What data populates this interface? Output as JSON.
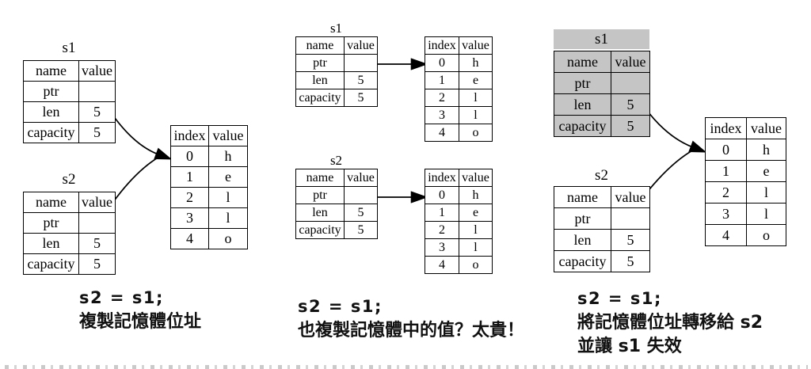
{
  "diagram": {
    "stack_table": {
      "headers": [
        "name",
        "value"
      ],
      "rows": [
        [
          "ptr",
          ""
        ],
        [
          "len",
          "5"
        ],
        [
          "capacity",
          "5"
        ]
      ]
    },
    "heap_table": {
      "headers": [
        "index",
        "value"
      ],
      "rows": [
        [
          "0",
          "h"
        ],
        [
          "1",
          "e"
        ],
        [
          "2",
          "l"
        ],
        [
          "3",
          "l"
        ],
        [
          "4",
          "o"
        ]
      ]
    },
    "panels": {
      "left": {
        "s1_title": "s1",
        "s2_title": "s2",
        "caption_code": "s2 = s1;",
        "caption_text": "複製記憶體位址"
      },
      "middle": {
        "s1_title": "s1",
        "s2_title": "s2",
        "caption_code": "s2 = s1;",
        "caption_text": "也複製記憶體中的值？太貴！"
      },
      "right": {
        "s1_title": "s1",
        "s2_title": "s2",
        "caption_code": "s2 = s1;",
        "caption_text_1": "將記憶體位址轉移給 s2",
        "caption_text_2": "並讓 s1 失效"
      }
    },
    "colors": {
      "invalidated_fill": "#c5c5c5",
      "line": "#000000"
    }
  }
}
